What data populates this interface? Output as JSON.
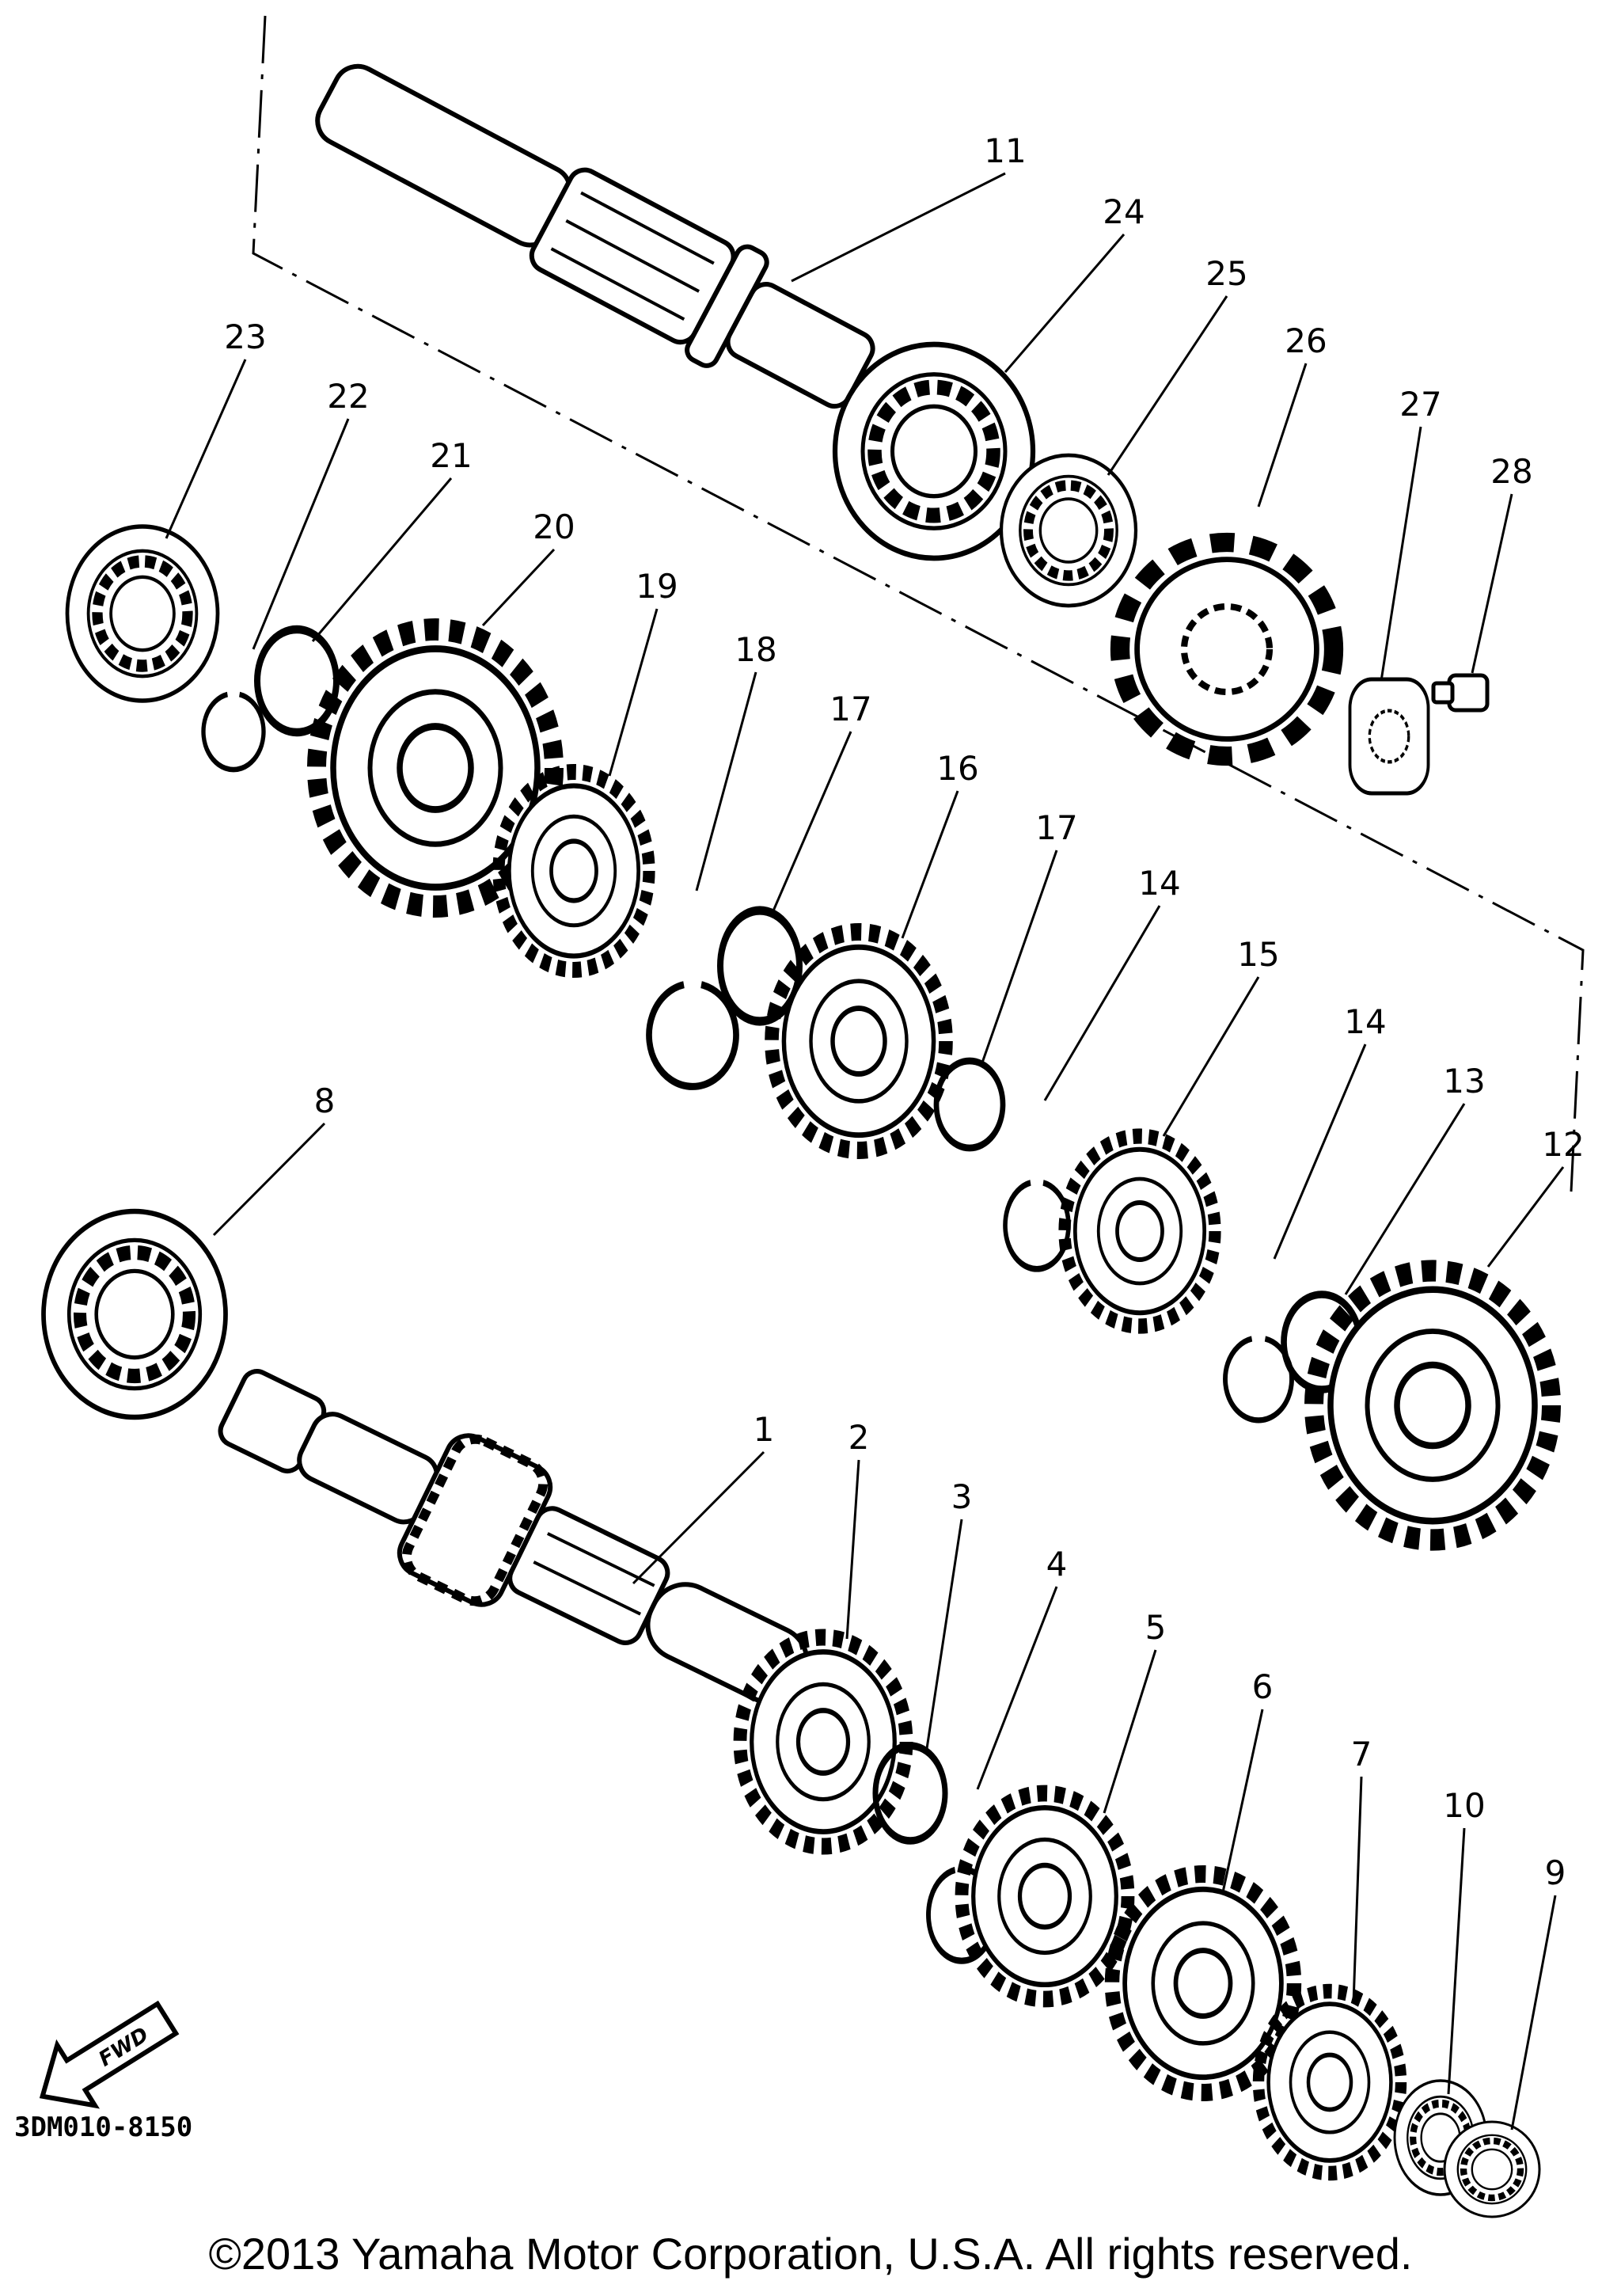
{
  "diagram": {
    "code": "3DM010-8150",
    "forward_label": "FWD",
    "copyright": "©2013 Yamaha Motor Corporation, U.S.A. All rights reserved.",
    "callouts": [
      {
        "id": "c1",
        "text": "1"
      },
      {
        "id": "c2",
        "text": "2"
      },
      {
        "id": "c3",
        "text": "3"
      },
      {
        "id": "c4",
        "text": "4"
      },
      {
        "id": "c5",
        "text": "5"
      },
      {
        "id": "c6",
        "text": "6"
      },
      {
        "id": "c7",
        "text": "7"
      },
      {
        "id": "c8",
        "text": "8"
      },
      {
        "id": "c9",
        "text": "9"
      },
      {
        "id": "c10",
        "text": "10"
      },
      {
        "id": "c11",
        "text": "11"
      },
      {
        "id": "c12",
        "text": "12"
      },
      {
        "id": "c13",
        "text": "13"
      },
      {
        "id": "c14a",
        "text": "14"
      },
      {
        "id": "c14b",
        "text": "14"
      },
      {
        "id": "c15",
        "text": "15"
      },
      {
        "id": "c16",
        "text": "16"
      },
      {
        "id": "c17a",
        "text": "17"
      },
      {
        "id": "c17b",
        "text": "17"
      },
      {
        "id": "c18",
        "text": "18"
      },
      {
        "id": "c19",
        "text": "19"
      },
      {
        "id": "c20",
        "text": "20"
      },
      {
        "id": "c21",
        "text": "21"
      },
      {
        "id": "c22",
        "text": "22"
      },
      {
        "id": "c23",
        "text": "23"
      },
      {
        "id": "c24",
        "text": "24"
      },
      {
        "id": "c25",
        "text": "25"
      },
      {
        "id": "c26",
        "text": "26"
      },
      {
        "id": "c27",
        "text": "27"
      },
      {
        "id": "c28",
        "text": "28"
      }
    ]
  }
}
